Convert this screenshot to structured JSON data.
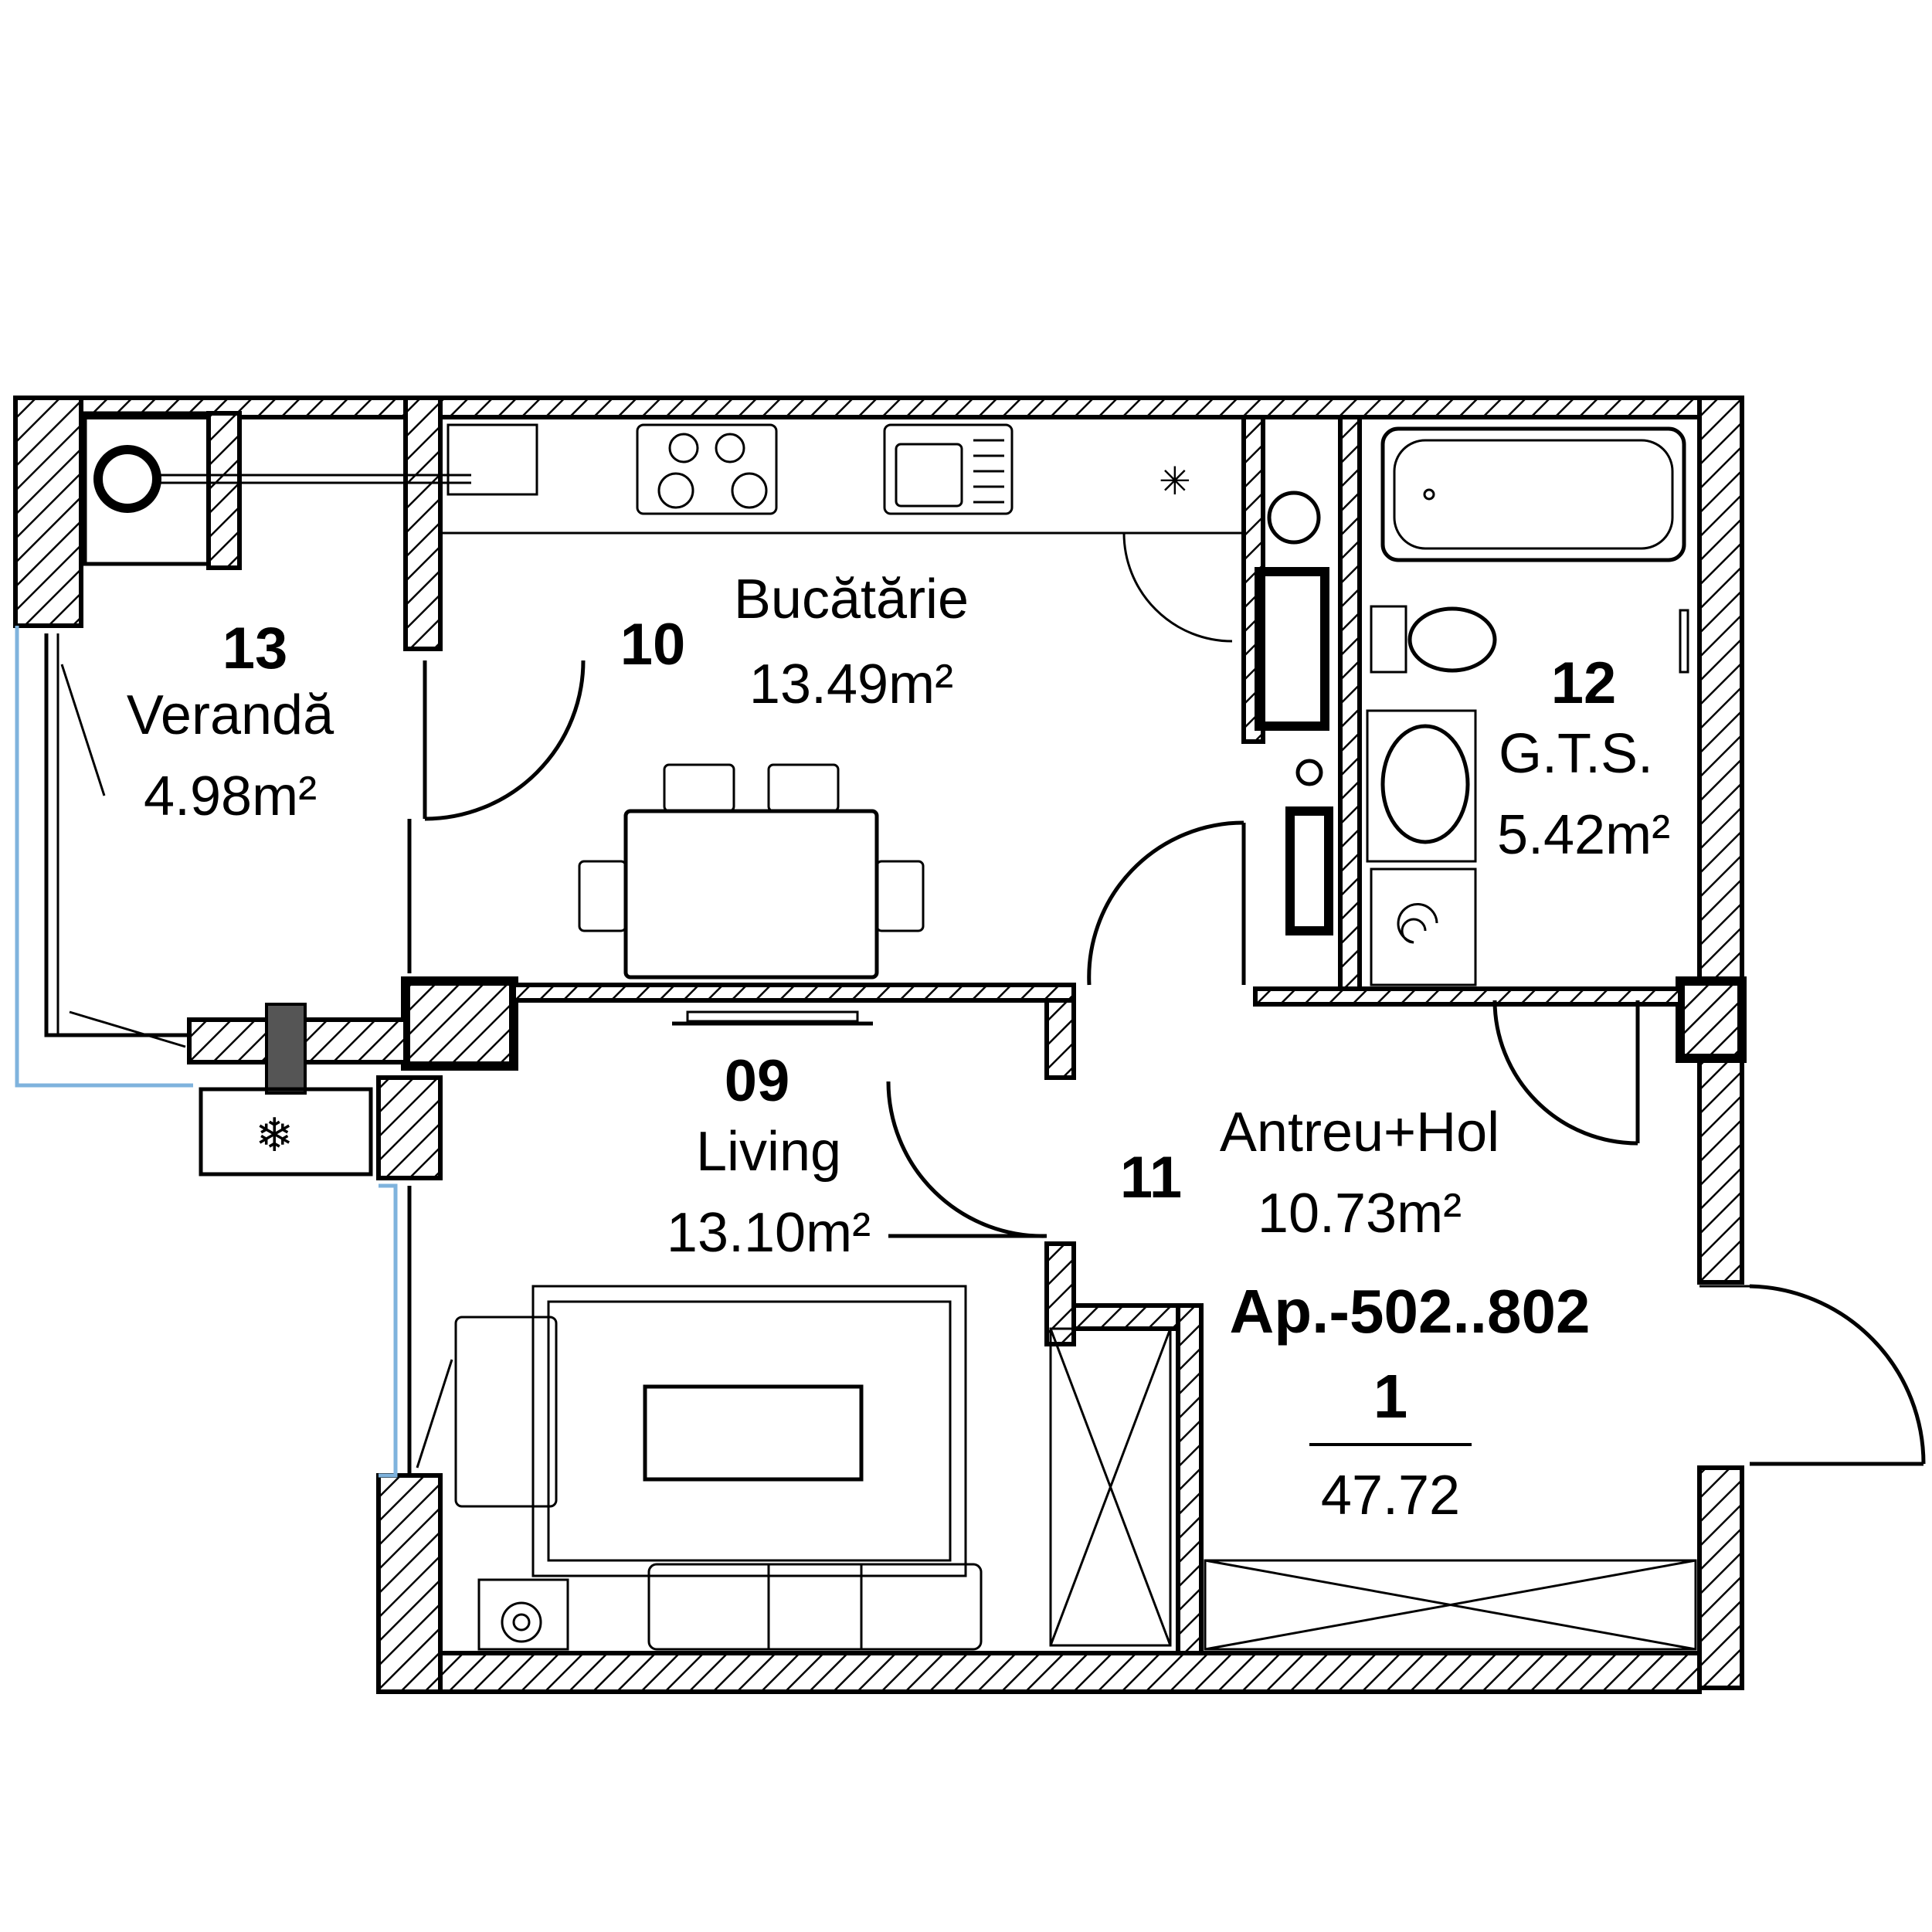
{
  "rooms": {
    "veranda": {
      "number": "13",
      "name": "Verandă",
      "area": "4.98m²"
    },
    "kitchen": {
      "number": "10",
      "name": "Bucătărie",
      "area": "13.49m²"
    },
    "bathroom": {
      "number": "12",
      "name": "G.T.S.",
      "area": "5.42m²"
    },
    "living": {
      "number": "09",
      "name": "Living",
      "area": "13.10m²"
    },
    "hall": {
      "number": "11",
      "name": "Antreu+Hol",
      "area": "10.73m²"
    }
  },
  "apartment": {
    "code": "Ap.-502..802",
    "rooms": "1",
    "total_area": "47.72"
  },
  "colors": {
    "walls": "#000000",
    "glazing": "#7fb3dd",
    "background": "#ffffff"
  }
}
